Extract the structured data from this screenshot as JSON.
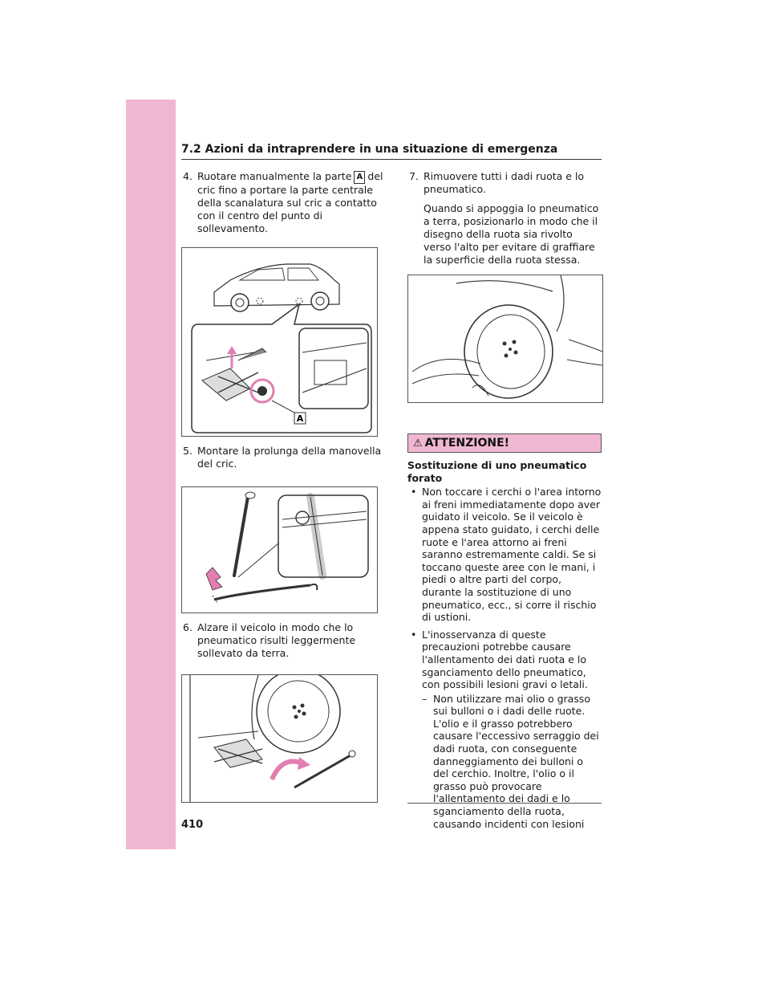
{
  "header": {
    "title": "7.2  Azioni da intraprendere in una situazione di emergenza"
  },
  "page_number": "410",
  "steps": {
    "s4": {
      "num": "4.",
      "text_before": "Ruotare manualmente la parte",
      "label": "A",
      "text_after": "del cric fino a portare la parte centrale della scanalatura sul cric a contatto con il centro del punto di sollevamento."
    },
    "s5": {
      "num": "5.",
      "text": "Montare la prolunga della manovella del cric."
    },
    "s6": {
      "num": "6.",
      "text": "Alzare il veicolo in modo che lo pneumatico risulti leggermente sollevato da terra."
    },
    "s7": {
      "num": "7.",
      "text": "Rimuovere tutti i dadi ruota e lo pneumatico.",
      "text2": "Quando si appoggia lo pneumatico a terra, posizionarlo in modo che il disegno della ruota sia rivolto verso l'alto per evitare di graffiare la superficie della ruota stessa."
    }
  },
  "figure1": {
    "callout_label": "A"
  },
  "warning": {
    "heading": "ATTENZIONE!",
    "title": "Sostituzione di uno pneumatico forato",
    "bullet": "•",
    "dash": "–",
    "items": [
      "Non toccare i cerchi o l'area intorno ai freni immediatamente dopo aver guidato il veicolo. Se il veicolo è appena stato guidato, i cerchi delle ruote e l'area attorno ai freni saranno estremamente caldi. Se si toccano queste aree con le mani, i piedi o altre parti del corpo, durante la sostituzione di uno pneumatico, ecc., si corre il rischio di ustioni.",
      "L'inosservanza di queste precauzioni potrebbe causare l'allentamento dei dati ruota e lo sganciamento dello pneumatico, con possibili lesioni gravi o letali."
    ],
    "sub_item": "Non utilizzare mai olio o grasso sui bulloni o i dadi delle ruote. L'olio e il grasso potrebbero causare l'eccessivo serraggio dei dadi ruota, con conseguente danneggiamento dei bulloni o del cerchio. Inoltre, l'olio o il grasso può provocare l'allentamento dei dadi e lo sganciamento della ruota, causando incidenti con lesioni"
  },
  "colors": {
    "accent_pink": "#f0b7d2",
    "arrow_pink": "#e27fb0"
  }
}
